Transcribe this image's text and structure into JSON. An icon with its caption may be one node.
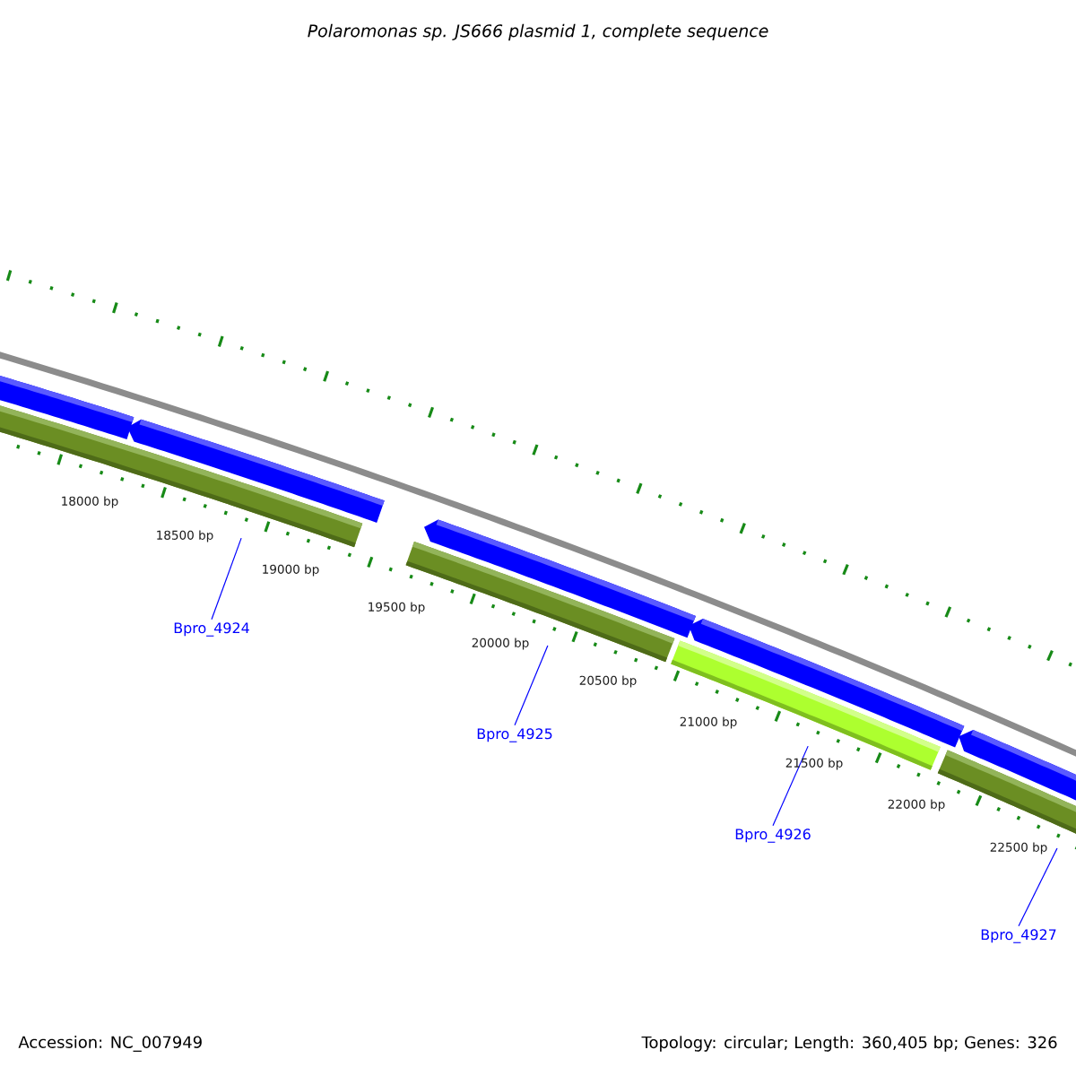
{
  "diagram": {
    "title": "Polaromonas sp. JS666 plasmid 1, complete sequence",
    "nodes": [
      {
        "text": [],
        "shape": "bar"
      },
      {
        "text": [],
        "shape": "bar"
      },
      {
        "text": [],
        "shape": "bar"
      },
      {
        "text": [],
        "shape": "bar"
      },
      {
        "text": [
          "Bpro_4924"
        ]
      },
      {
        "text": [
          "Bpro_4925"
        ]
      },
      {
        "text": [
          "Bpro_4926"
        ]
      },
      {
        "text": [
          "Bpro_4927"
        ]
      }
    ],
    "edges": [
      {
        "from": 4,
        "to": 0,
        "arrow": "none"
      },
      {
        "from": 5,
        "to": 1,
        "arrow": "none"
      },
      {
        "from": 6,
        "to": 2,
        "arrow": "none"
      },
      {
        "from": 7,
        "to": 3,
        "arrow": "none"
      }
    ],
    "labels": [
      "18000 bp",
      "18500 bp",
      "19000 bp",
      "19500 bp",
      "20000 bp",
      "20500 bp",
      "21000 bp",
      "21500 bp",
      "22000 bp",
      "22500 bp",
      "Accession: NC_007949",
      "Topology: circular; Length: 360,405 bp; Genes: 326"
    ]
  }
}
